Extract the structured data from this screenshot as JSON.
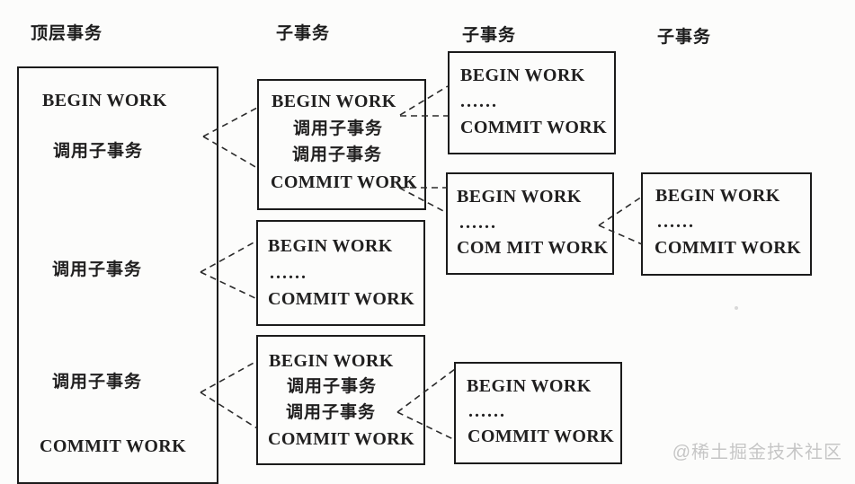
{
  "headings": {
    "top": "顶层事务",
    "sub1": "子事务",
    "sub2": "子事务",
    "sub3": "子事务"
  },
  "top_transaction": {
    "begin": "BEGIN WORK",
    "call1": "调用子事务",
    "call2": "调用子事务",
    "call3": "调用子事务",
    "commit": "COMMIT WORK"
  },
  "sub_a": {
    "begin": "BEGIN WORK",
    "call1": "调用子事务",
    "call2": "调用子事务",
    "commit": "COMMIT WORK"
  },
  "sub_b": {
    "begin": "BEGIN WORK",
    "ellipsis": "......",
    "commit": "COMMIT WORK"
  },
  "sub_c": {
    "begin": "BEGIN WORK",
    "call1": "调用子事务",
    "call2": "调用子事务",
    "commit": "COMMIT WORK"
  },
  "sub_d": {
    "begin": "BEGIN WORK",
    "ellipsis": "......",
    "commit": "COMMIT WORK"
  },
  "sub_e": {
    "begin": "BEGIN WORK",
    "ellipsis": "......",
    "commit": "COM MIT WORK"
  },
  "sub_g": {
    "begin": "BEGIN WORK",
    "ellipsis": "......",
    "commit": "COMMIT WORK"
  },
  "sub_f": {
    "begin": "BEGIN WORK",
    "ellipsis": "......",
    "commit": "COMMIT WORK"
  },
  "watermark": "@稀土掘金技术社区",
  "colors": {
    "ink": "#1f1f1f",
    "box_border": "#1b1b1b",
    "watermark": "#c6c6c6",
    "background": "#fcfcfb"
  }
}
